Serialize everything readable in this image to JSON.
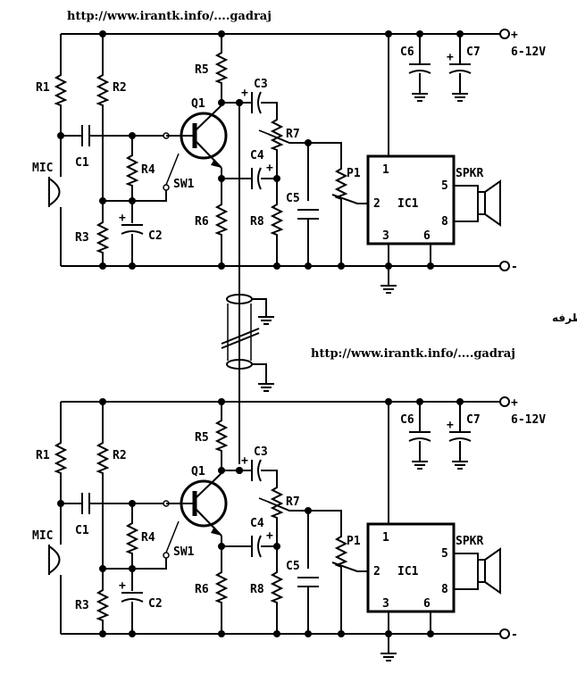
{
  "url_top": "http://www.irantk.info/....gadraj",
  "url_middle": "http://www.irantk.info/....gadraj",
  "note_fa": "فقط با یک سیم شیلدارمدار یک تلفن داخلی دو طرفه",
  "labels": {
    "R1": "R1",
    "R2": "R2",
    "R3": "R3",
    "R4": "R4",
    "R5": "R5",
    "R6": "R6",
    "R7": "R7",
    "R8": "R8",
    "C1": "C1",
    "C2": "C2",
    "C3": "C3",
    "C4": "C4",
    "C5": "C5",
    "C6": "C6",
    "C7": "C7",
    "Q1": "Q1",
    "SW1": "SW1",
    "MIC": "MIC",
    "P1": "P1",
    "IC1": "IC1",
    "SPKR": "SPKR",
    "supply": "6-12V",
    "minus": "-",
    "plus": "+",
    "pin1": "1",
    "pin2": "2",
    "pin3": "3",
    "pin5": "5",
    "pin6": "6",
    "pin8": "8"
  }
}
